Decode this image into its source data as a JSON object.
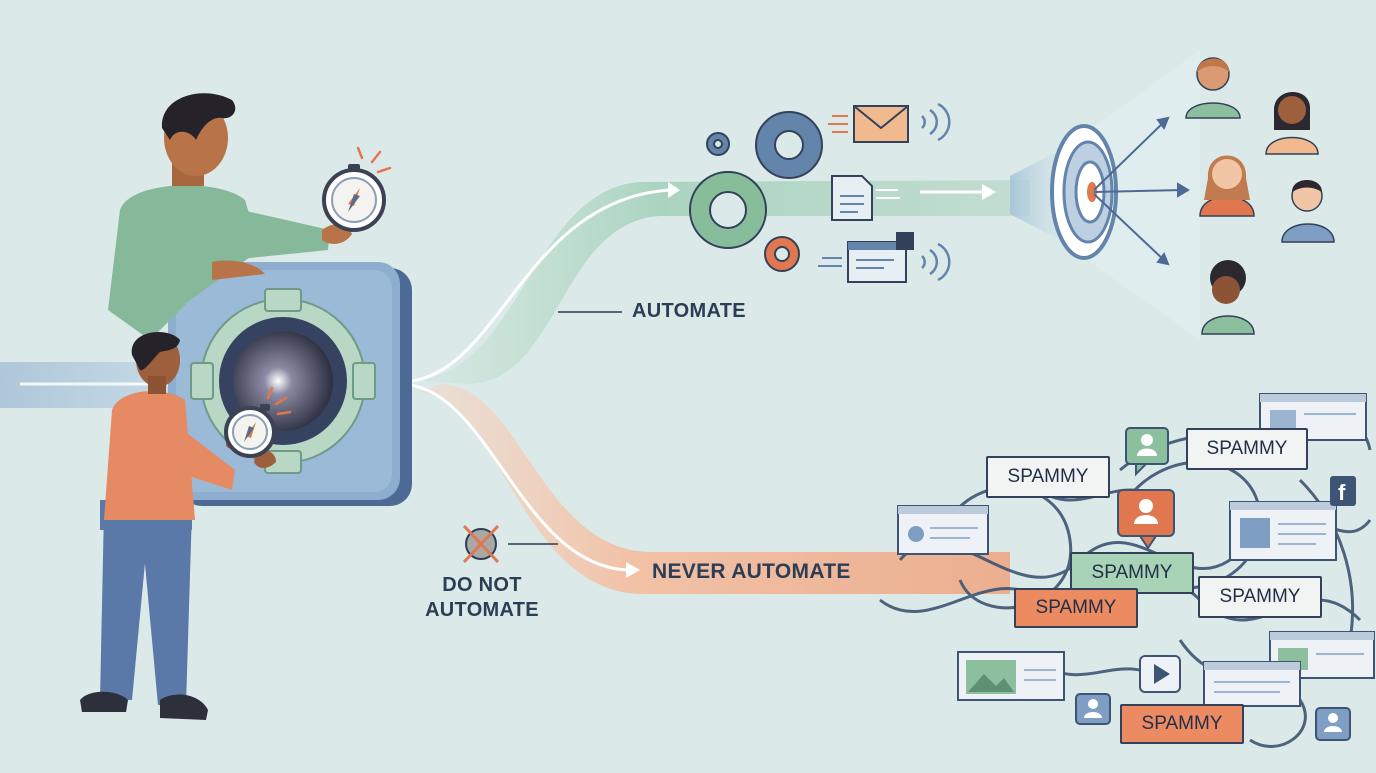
{
  "labels": {
    "automate": "AUTOMATE",
    "never_automate": "NEVER AUTOMATE",
    "do_not_line1": "DO NOT",
    "do_not_line2": "AUTOMATE"
  },
  "spam_tags": [
    "SPAMMY",
    "SPAMMY",
    "SPAMMY",
    "SPAMMY",
    "SPAMMY",
    "SPAMMY"
  ],
  "icons": [
    "gear-icon",
    "compass-icon",
    "envelope-icon",
    "document-icon",
    "target-icon",
    "person-icon",
    "warning-x-icon",
    "facebook-icon",
    "play-icon"
  ],
  "colors": {
    "background": "#dbe9e8",
    "automate_path": "#9ccab4",
    "never_path": "#f1b99b",
    "accent_orange": "#e0774f",
    "navy": "#2c3e55",
    "blue": "#6f8fb4",
    "green": "#7fb48f"
  }
}
